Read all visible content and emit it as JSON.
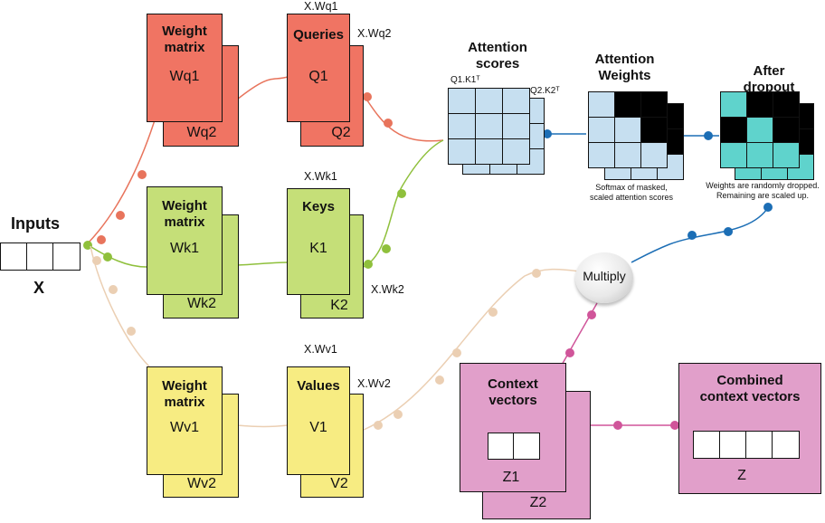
{
  "inputs": {
    "title": "Inputs",
    "label": "X"
  },
  "query": {
    "weight_title": "Weight\nmatrix",
    "w_front": "Wq1",
    "w_back": "Wq2",
    "title": "Queries",
    "front": "Q1",
    "back": "Q2",
    "prod1": "X.Wq1",
    "prod2": "X.Wq2"
  },
  "key": {
    "weight_title": "Weight\nmatrix",
    "w_front": "Wk1",
    "w_back": "Wk2",
    "title": "Keys",
    "front": "K1",
    "back": "K2",
    "prod1": "X.Wk1",
    "prod2": "X.Wk2"
  },
  "value": {
    "weight_title": "Weight\nmatrix",
    "w_front": "Wv1",
    "w_back": "Wv2",
    "title": "Values",
    "front": "V1",
    "back": "V2",
    "prod1": "X.Wv1",
    "prod2": "X.Wv2"
  },
  "attention_scores": {
    "title": "Attention\nscores",
    "label1": "Q1.K1ᵀ",
    "label2": "Q2.K2ᵀ"
  },
  "attention_weights": {
    "title": "Attention\nWeights",
    "caption": "Softmax of masked,\nscaled attention scores"
  },
  "after_dropout": {
    "title": "After\ndropout",
    "caption": "Weights are randomly dropped.\nRemaining are scaled up."
  },
  "multiply": {
    "label": "Multiply"
  },
  "context": {
    "title": "Context\nvectors",
    "front": "Z1",
    "back": "Z2"
  },
  "combined": {
    "title": "Combined\ncontext vectors",
    "label": "Z"
  },
  "colors": {
    "query": "#f07463",
    "key": "#c5df78",
    "value": "#f7ec82",
    "context": "#e19fca",
    "attention": "#c6dff0",
    "dropout": "#5fd3cc",
    "query_line": "#e8745c",
    "key_line": "#8fc03c",
    "value_line": "#ebcfb3",
    "attn_line": "#1c6eb5",
    "context_line": "#d0559a"
  }
}
